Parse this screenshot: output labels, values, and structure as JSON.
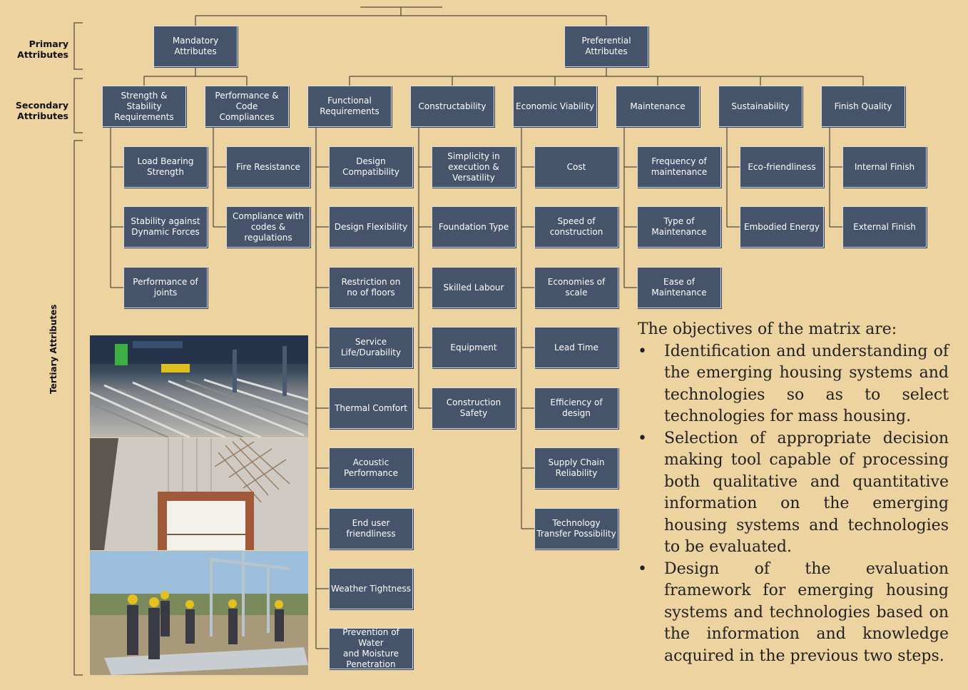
{
  "labels": {
    "primary": "Primary\nAttributes",
    "secondary": "Secondary\nAttributes",
    "tertiary": "Tertiary Attributes"
  },
  "primary": {
    "mandatory": "Mandatory\nAttributes",
    "preferential": "Preferential\nAttributes"
  },
  "secondary": {
    "strength": "Strength  & Stability\nRequirements",
    "performance": "Performance & Code\nCompliances",
    "functional": "Functional\nRequirements",
    "constructability": "Constructability",
    "economic": "Economic Viability",
    "maintenance": "Maintenance",
    "sustainability": "Sustainability",
    "finish": "Finish Quality"
  },
  "tertiary": {
    "strength": [
      "Load Bearing\nStrength",
      "Stability against\nDynamic Forces",
      "Performance  of\njoints"
    ],
    "performance": [
      "Fire Resistance",
      "Compliance with\ncodes & regulations"
    ],
    "functional": [
      "Design Compatibility",
      "Design Flexibility",
      "Restriction on\nno of floors",
      "Service\nLife/Durability",
      "Thermal Comfort",
      "Acoustic\nPerformance",
      "End user friendliness",
      "Weather Tightness",
      "Prevention of Water\nand Moisture\nPenetration"
    ],
    "constructability": [
      "Simplicity in\nexecution &\nVersatility",
      "Foundation Type",
      "Skilled Labour",
      "Equipment",
      "Construction\nSafety"
    ],
    "economic": [
      "Cost",
      "Speed of\nconstruction",
      "Economies of scale",
      "Lead Time",
      "Efficiency of design",
      "Supply Chain\nReliability",
      "Technology\nTransfer Possibility"
    ],
    "maintenance": [
      "Frequency of\nmaintenance",
      "Type of\nMaintenance",
      "Ease of Maintenance"
    ],
    "sustainability": [
      "Eco-friendliness",
      "Embodied Energy"
    ],
    "finish": [
      "Internal Finish",
      "External Finish"
    ]
  },
  "objectives": {
    "heading": "The objectives of the matrix are:",
    "bullets": [
      "Identification and understanding of the emerging housing systems and technologies so as to select technologies for mass housing.",
      "Selection of appropriate decision making tool capable of processing both qualitative and quantitative information on the emerging housing systems and technologies to be evaluated.",
      "Design of the evaluation framework for emerging housing systems and technologies based on the information and knowledge acquired in the previous two steps."
    ]
  },
  "photos": [
    "precast-factory-photo",
    "mesh-panel-photo",
    "site-workers-photo"
  ]
}
